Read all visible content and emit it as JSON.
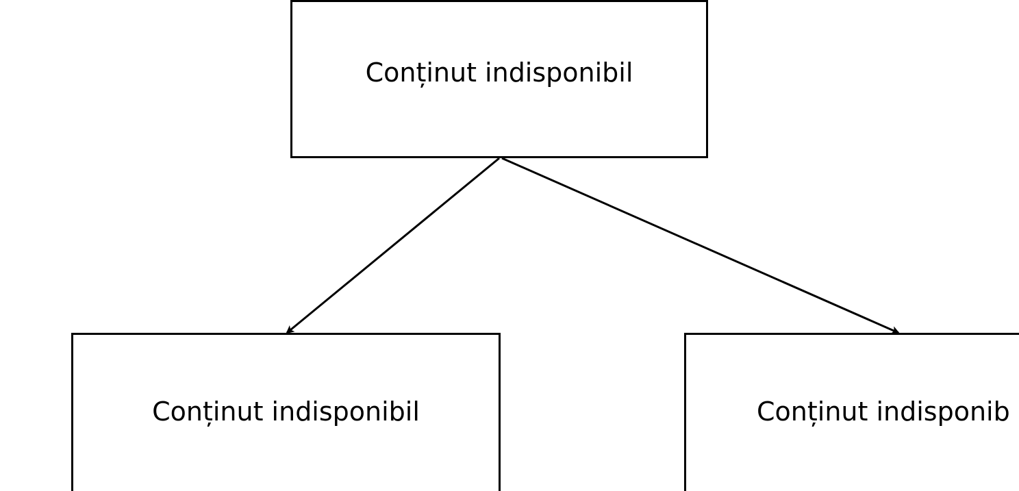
{
  "diagram": {
    "nodes": {
      "top": {
        "label": "Conținut indisponibil"
      },
      "left": {
        "label": "Conținut indisponibil"
      },
      "right": {
        "label": "Conținut indisponib"
      }
    },
    "edges": [
      {
        "from": "top",
        "to": "left"
      },
      {
        "from": "top",
        "to": "right"
      }
    ],
    "colors": {
      "stroke": "#000000",
      "background": "#ffffff"
    }
  }
}
